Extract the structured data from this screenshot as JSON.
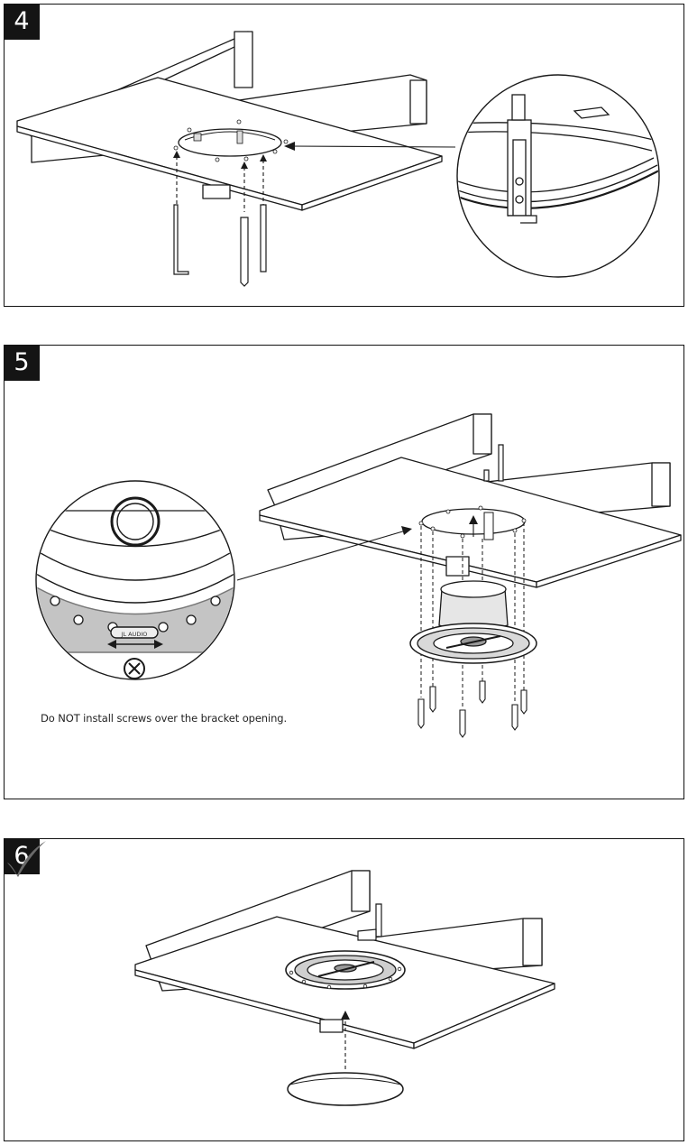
{
  "steps": [
    {
      "number": "4"
    },
    {
      "number": "5",
      "caption": "Do NOT install screws over the bracket opening.",
      "brand_mark": "JL AUDIO"
    },
    {
      "number": "6"
    }
  ],
  "colors": {
    "ink": "#1a1a1a",
    "light_fill": "#ffffff",
    "shade": "#bdbdbd"
  },
  "icons": {
    "prohibited": "circled-x-icon",
    "complete": "checkmark-icon"
  }
}
